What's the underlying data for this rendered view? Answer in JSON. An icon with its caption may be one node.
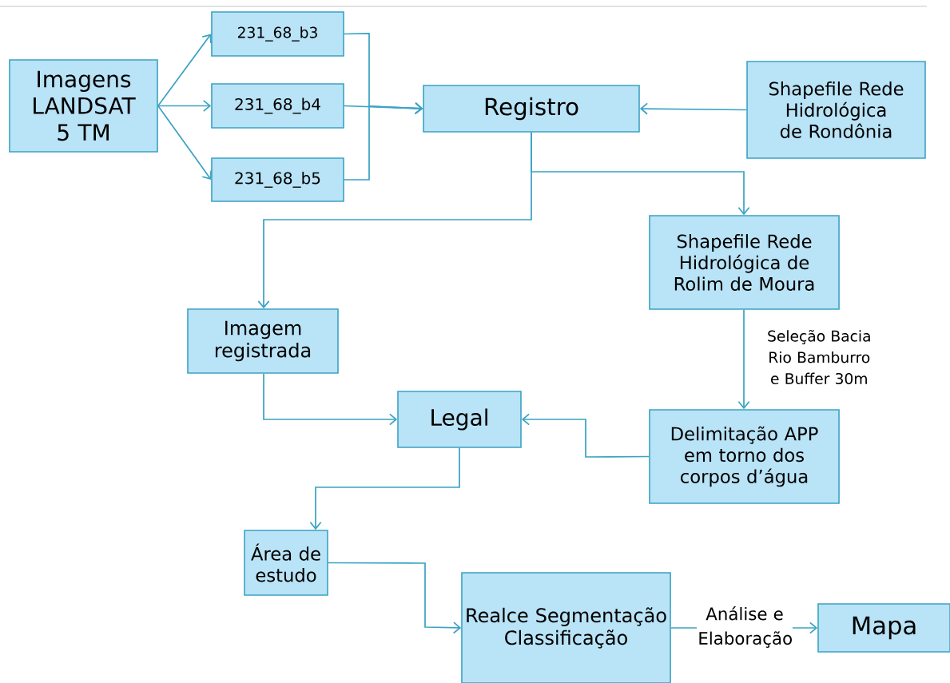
{
  "diagram": {
    "nodes": [
      {
        "text": [
          "Imagens LANDSAT 5 TM"
        ]
      },
      {
        "text": [
          "231_68_b3"
        ]
      },
      {
        "text": [
          "231_68_b4"
        ]
      },
      {
        "text": [
          "231_68_b5"
        ]
      },
      {
        "text": [
          "Registro"
        ]
      },
      {
        "text": [
          "Shapefile Rede Hidrológica de Rondônia"
        ]
      },
      {
        "text": [
          "Shapefile Rede Hidrológica de Rolim de Moura"
        ]
      },
      {
        "text": [
          "Imagem registrada"
        ]
      },
      {
        "text": [
          "Legal"
        ]
      },
      {
        "text": [
          "Delimitação APP em torno dos corpos d’água"
        ]
      },
      {
        "text": [
          "Área de estudo"
        ]
      },
      {
        "text": [
          "Realce Segmentação Classificação"
        ]
      },
      {
        "text": [
          "Mapa"
        ]
      }
    ],
    "edges": [
      {
        "from": 0,
        "to": 1,
        "arrow": "to"
      },
      {
        "from": 0,
        "to": 2,
        "arrow": "to"
      },
      {
        "from": 0,
        "to": 3,
        "arrow": "to"
      },
      {
        "from": 1,
        "to": 4,
        "arrow": "to"
      },
      {
        "from": 2,
        "to": 4,
        "arrow": "to"
      },
      {
        "from": 3,
        "to": 4,
        "arrow": "to"
      },
      {
        "from": 5,
        "to": 4,
        "arrow": "to"
      },
      {
        "from": 4,
        "to": 6,
        "arrow": "to"
      },
      {
        "from": 4,
        "to": 7,
        "arrow": "to"
      },
      {
        "from": 6,
        "to": 9,
        "arrow": "to",
        "label": "Seleção Bacia Rio Bamburro e Buffer 30m"
      },
      {
        "from": 7,
        "to": 8,
        "arrow": "to"
      },
      {
        "from": 9,
        "to": 8,
        "arrow": "to"
      },
      {
        "from": 8,
        "to": 10,
        "arrow": "to"
      },
      {
        "from": 10,
        "to": 11,
        "arrow": "to"
      },
      {
        "from": 11,
        "to": 12,
        "arrow": "to",
        "label": "Análise e Elaboração"
      }
    ]
  }
}
